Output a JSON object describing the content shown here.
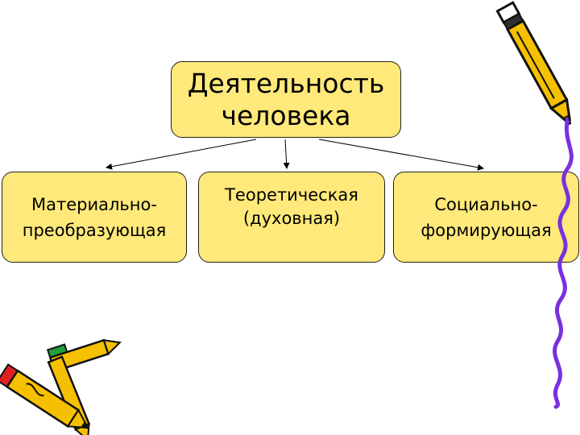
{
  "root": {
    "line1": "Деятельность",
    "line2": "человека"
  },
  "children": [
    {
      "line1": "Материально-",
      "line2": "преобразующая"
    },
    {
      "line1": "Теоретическая",
      "line2": "(духовная)"
    },
    {
      "line1": "Социально-",
      "line2": "формирующая"
    }
  ],
  "colors": {
    "box_fill": "#ffe97a",
    "pencil_yellow": "#f5c000",
    "pencil_outline": "#111111",
    "pencil_eraser": "#e02020",
    "pencil_green_cap": "#22a03a",
    "swirl_line": "#7b2fe0"
  },
  "decorations": [
    "pencil-icon",
    "crossed-pencils-icon",
    "swirl-line-decoration"
  ]
}
